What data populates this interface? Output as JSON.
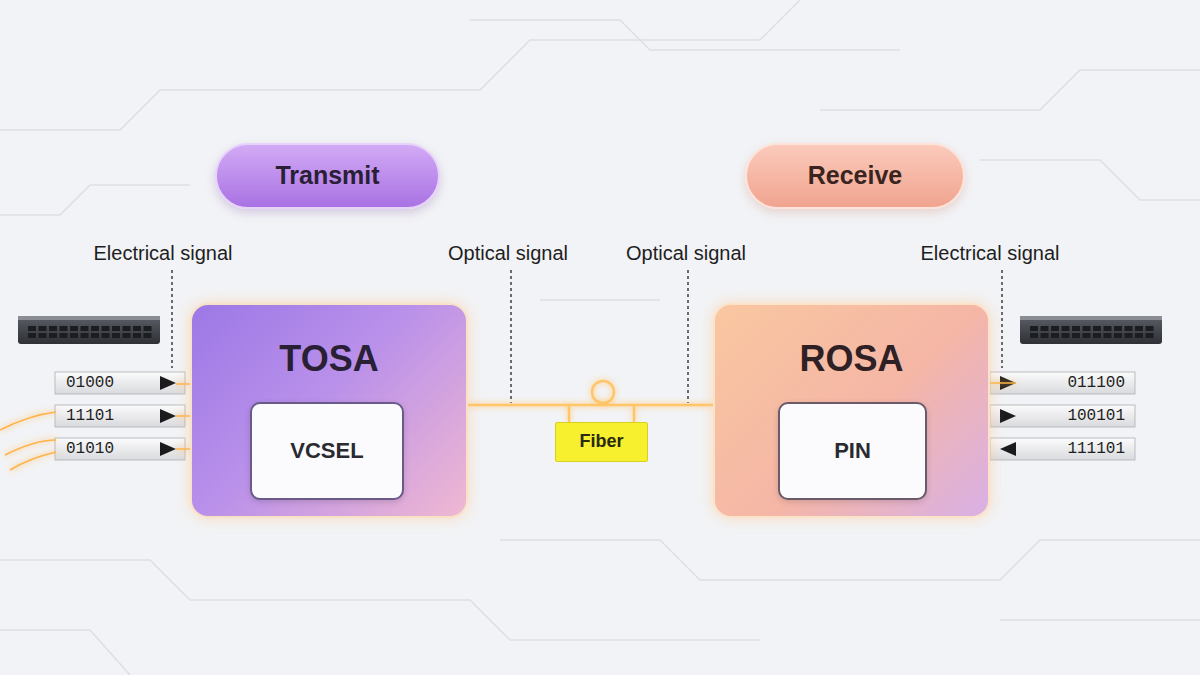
{
  "diagram": {
    "nodes": [
      {
        "text": [
          "Transmit"
        ]
      },
      {
        "text": [
          "Receive"
        ]
      },
      {
        "text": [
          "TOSA"
        ]
      },
      {
        "text": [
          "VCSEL"
        ],
        "in": 2
      },
      {
        "text": [
          "Fiber"
        ]
      },
      {
        "text": [
          "ROSA"
        ]
      },
      {
        "text": [
          "PIN"
        ],
        "in": 5
      }
    ],
    "edges": [
      {
        "from": 2,
        "to": 4,
        "arrow": "none"
      },
      {
        "from": 4,
        "to": 5,
        "arrow": "none"
      }
    ],
    "labels": [
      "Electrical signal",
      "Optical signal",
      "Optical signal",
      "Electrical signal",
      "01000",
      "11101",
      "01010",
      "011100",
      "100101",
      "111101"
    ]
  }
}
